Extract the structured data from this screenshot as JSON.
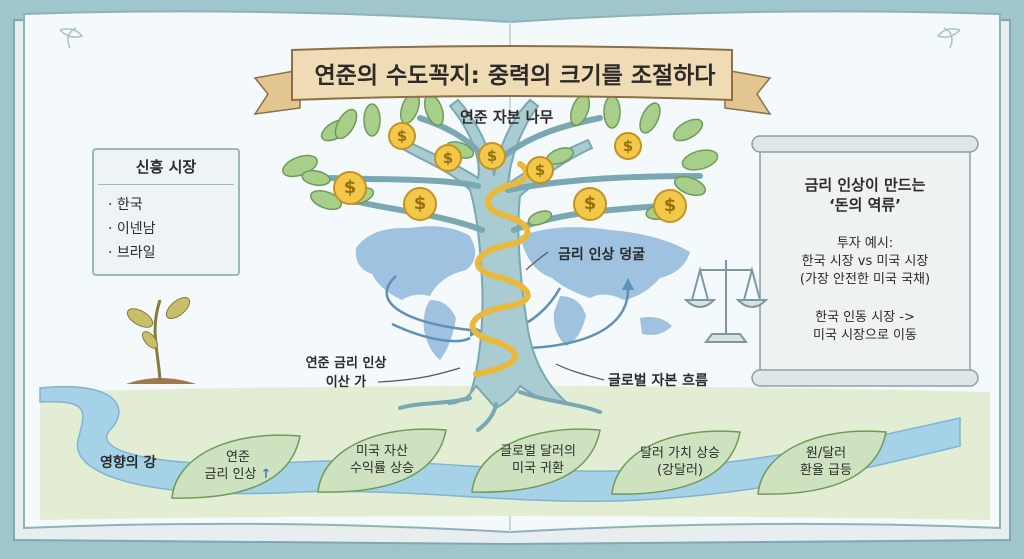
{
  "title": "연준의 수도꼭지: 중력의 크기를 조절하다",
  "tree_label": "연준 자본 나무",
  "vine_label": "금리 인상 덩굴",
  "root_label_line1": "연준 금리 인상",
  "root_label_line2": "이산 가",
  "flow_label": "글로벌 자본 흐름",
  "panel": {
    "title": "신흥 시장",
    "items": [
      "· 한국",
      "· 이넨남",
      "· 브라일"
    ]
  },
  "scroll": {
    "heading_line1": "금리 인상이 만드는",
    "heading_line2": "‘돈의 역류’",
    "example_title": "투자 예시:",
    "example_line1": "한국 시장 vs 미국 시장",
    "example_line2": "(가장 안전한 미국 국채)",
    "move_line1": "한국 인동 시장 ->",
    "move_line2": "미국 시장으로 이동"
  },
  "river_label": "영향의 강",
  "leaves": [
    {
      "line1": "연준",
      "line2": "금리 인상",
      "arrow": "↑"
    },
    {
      "line1": "미국 자산",
      "line2": "수익률 상승"
    },
    {
      "line1": "글로벌 달러의",
      "line2": "미국 귀환"
    },
    {
      "line1": "달러 가치 상승",
      "line2": "(강달러)"
    },
    {
      "line1": "원/달러",
      "line2": "환율 급등"
    }
  ],
  "coin_symbol": "$",
  "colors": {
    "book_cover": "#9fc6cc",
    "page": "#f4f9fb",
    "river": "#a6d2e8",
    "trunk": "#a9ccd2",
    "vine": "#e8b93a",
    "coin": "#f2c84b",
    "leaf": "#cfe2bf",
    "map": "#9ec2df",
    "banner": "#f0dcb4"
  }
}
